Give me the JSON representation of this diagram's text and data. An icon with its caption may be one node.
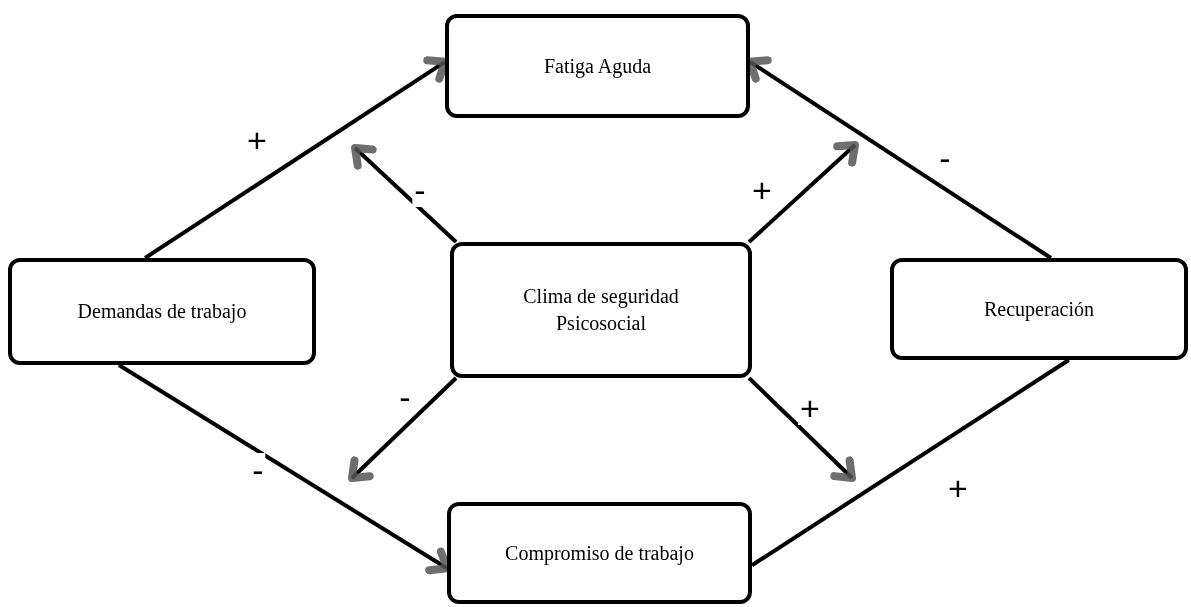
{
  "diagram": {
    "nodes": [
      {
        "text": [
          "Fatiga Aguda"
        ]
      },
      {
        "text": [
          "Demandas de trabajo"
        ]
      },
      {
        "text": [
          "Clima de seguridad Psicosocial"
        ]
      },
      {
        "text": [
          "Recuperación"
        ]
      },
      {
        "text": [
          "Compromiso de trabajo"
        ]
      }
    ],
    "edges": [
      {
        "from": 1,
        "to": 0,
        "arrow": "to",
        "label": "+"
      },
      {
        "from": 1,
        "to": 4,
        "arrow": "to",
        "label": "-"
      },
      {
        "from": 2,
        "to": null,
        "arrow": "to",
        "label": "-"
      },
      {
        "from": 2,
        "to": null,
        "arrow": "to",
        "label": "+"
      },
      {
        "from": 2,
        "to": null,
        "arrow": "to",
        "label": "-"
      },
      {
        "from": 2,
        "to": null,
        "arrow": "to",
        "label": "+"
      },
      {
        "from": 3,
        "to": 0,
        "arrow": "to",
        "label": "-"
      },
      {
        "from": 4,
        "to": 3,
        "arrow": "none",
        "label": "+"
      }
    ]
  }
}
